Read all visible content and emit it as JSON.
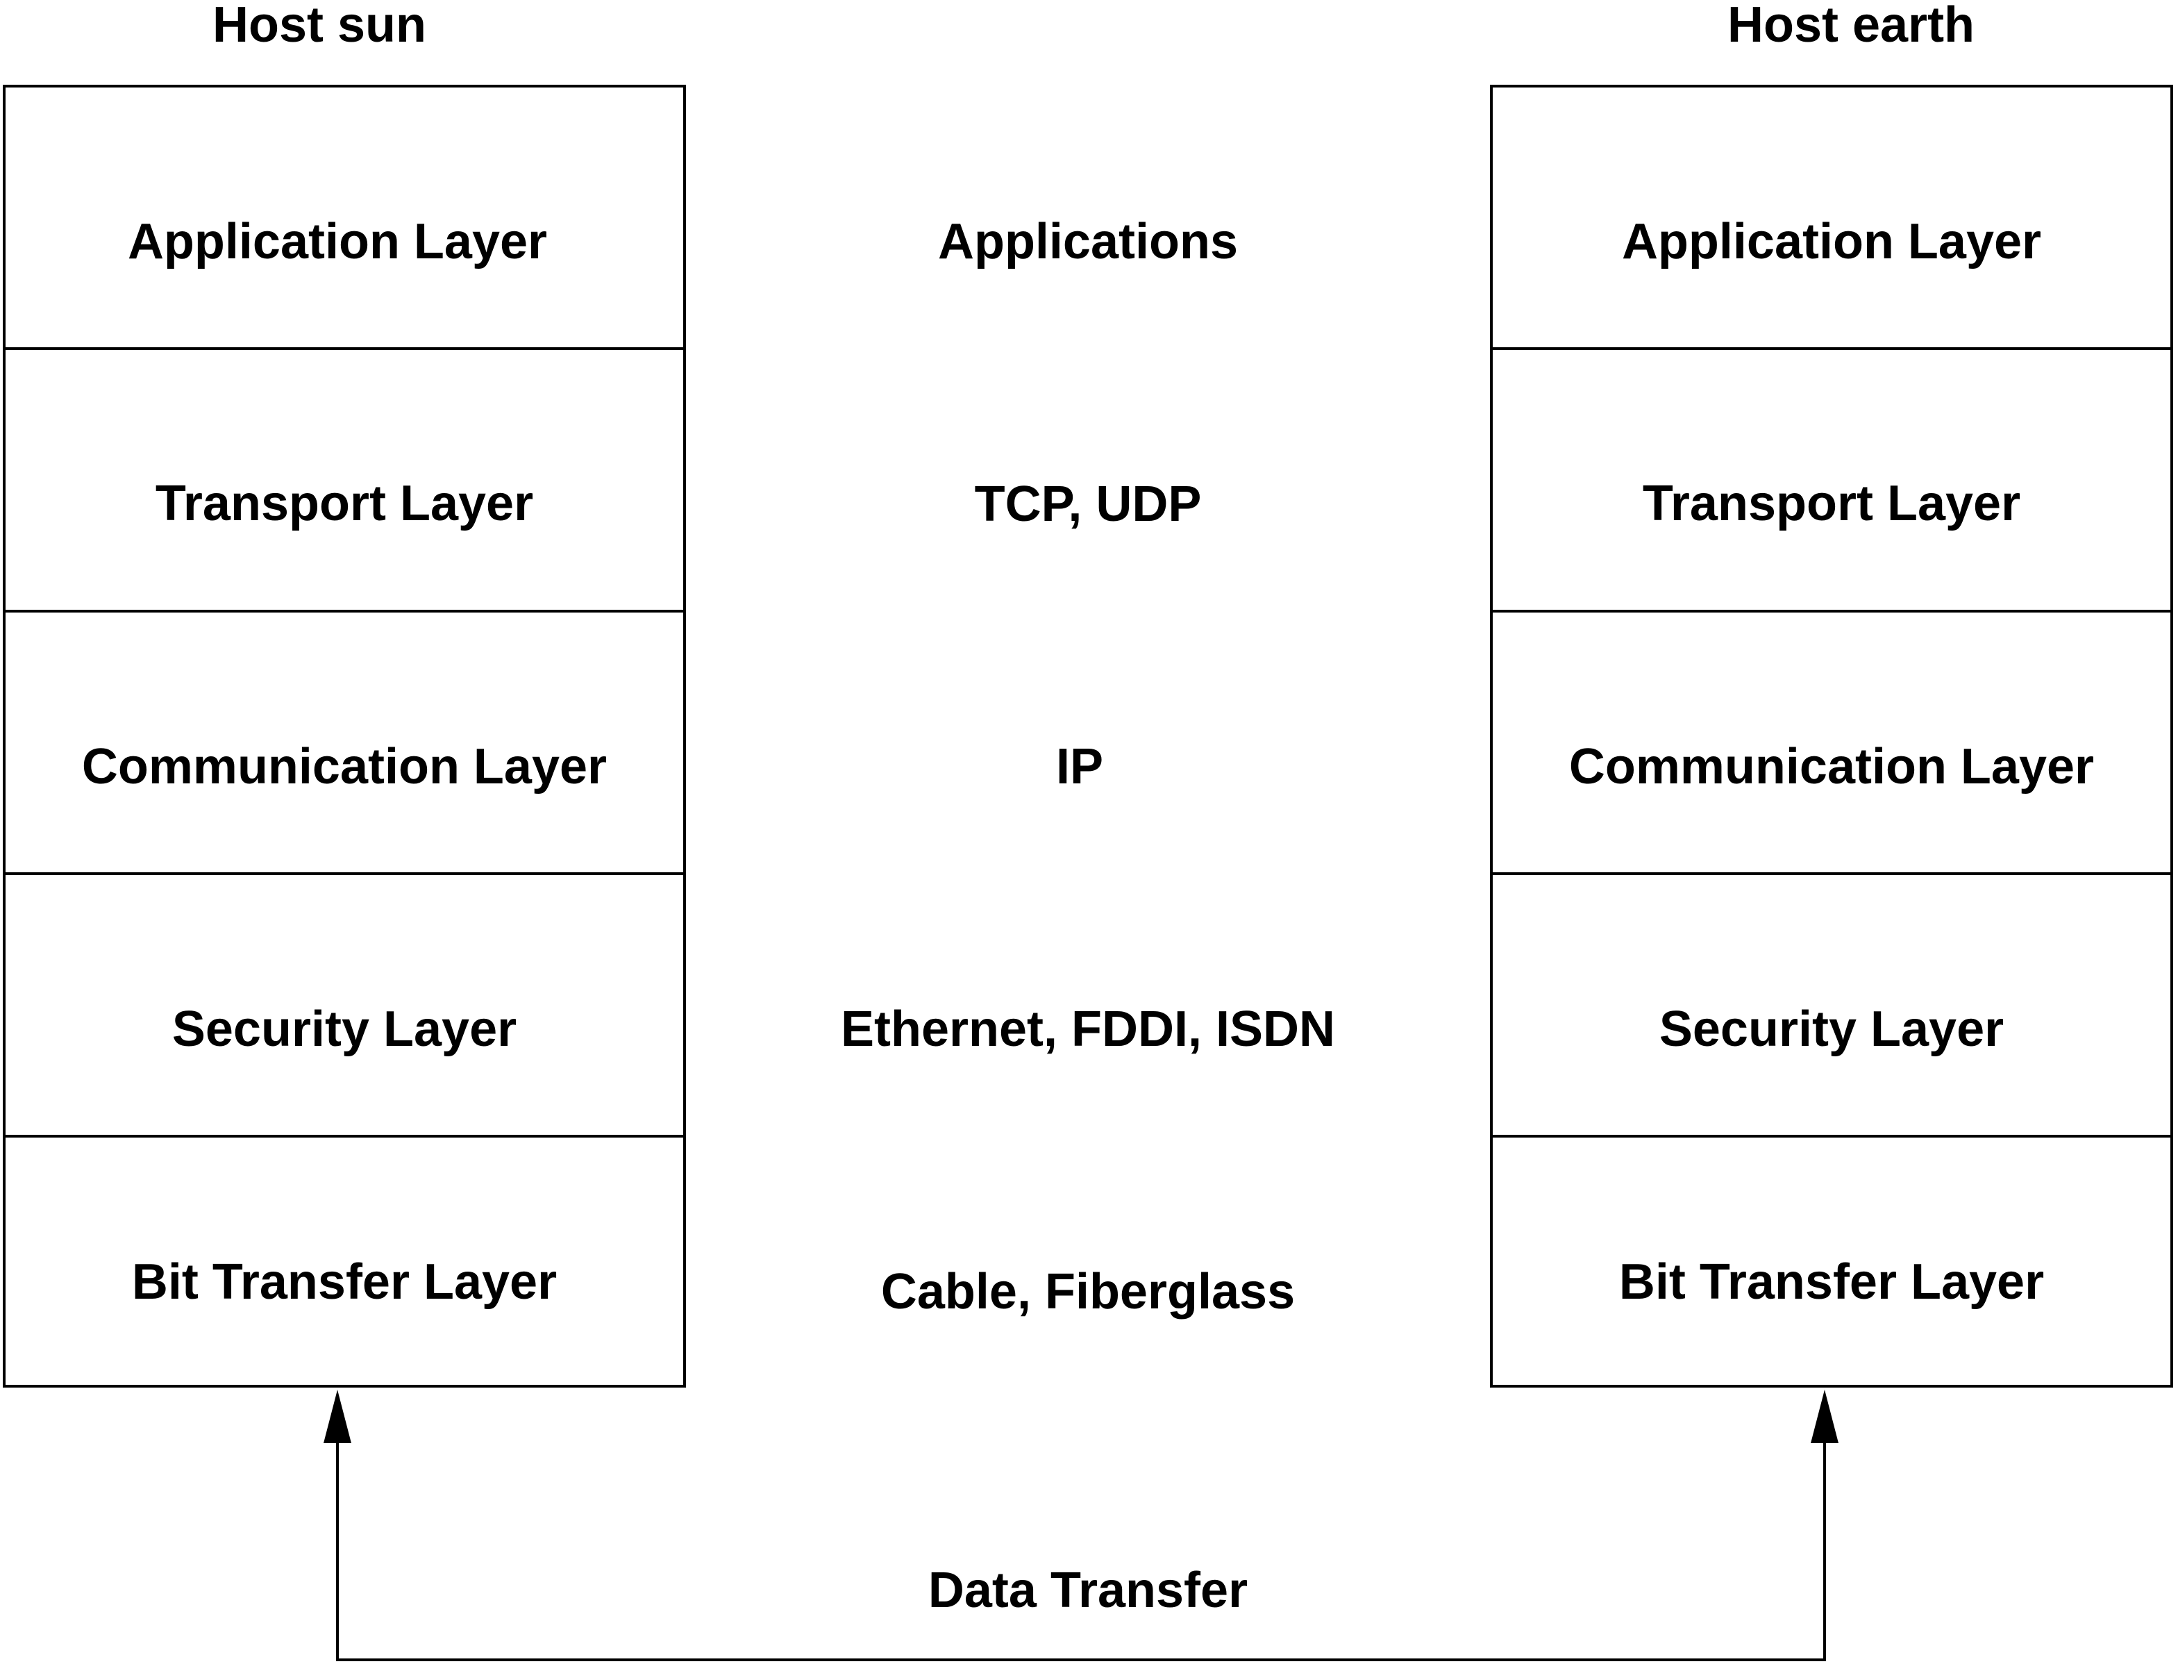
{
  "left_host": {
    "title": "Host sun"
  },
  "right_host": {
    "title": "Host earth"
  },
  "layers": [
    "Application Layer",
    "Transport Layer",
    "Communication Layer",
    "Security Layer",
    "Bit Transfer Layer"
  ],
  "protocols": [
    "Applications",
    "TCP, UDP",
    "IP",
    "Ethernet, FDDI, ISDN",
    "Cable, Fiberglass"
  ],
  "connection": {
    "label": "Data Transfer"
  }
}
